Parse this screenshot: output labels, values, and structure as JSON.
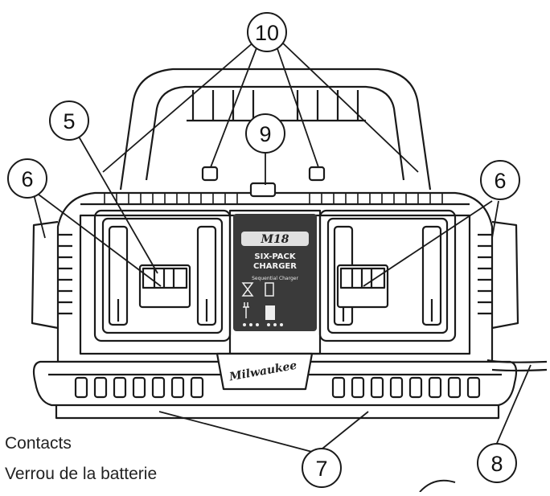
{
  "callouts": [
    {
      "id": "10",
      "label": "10"
    },
    {
      "id": "5",
      "label": "5"
    },
    {
      "id": "9",
      "label": "9"
    },
    {
      "id": "6-left",
      "label": "6"
    },
    {
      "id": "6-right",
      "label": "6"
    },
    {
      "id": "7",
      "label": "7"
    },
    {
      "id": "8",
      "label": "8"
    }
  ],
  "panel": {
    "model": "M18",
    "line1": "SIX-PACK",
    "line2": "CHARGER",
    "fine_print": "Sequential Charger"
  },
  "brand": "Milwaukee",
  "legend": [
    "Contacts",
    "Verrou de la batterie"
  ],
  "colors": {
    "line": "#1a1a1a",
    "body_fill": "#ffffff",
    "panel_fill": "#3a3a3a"
  }
}
